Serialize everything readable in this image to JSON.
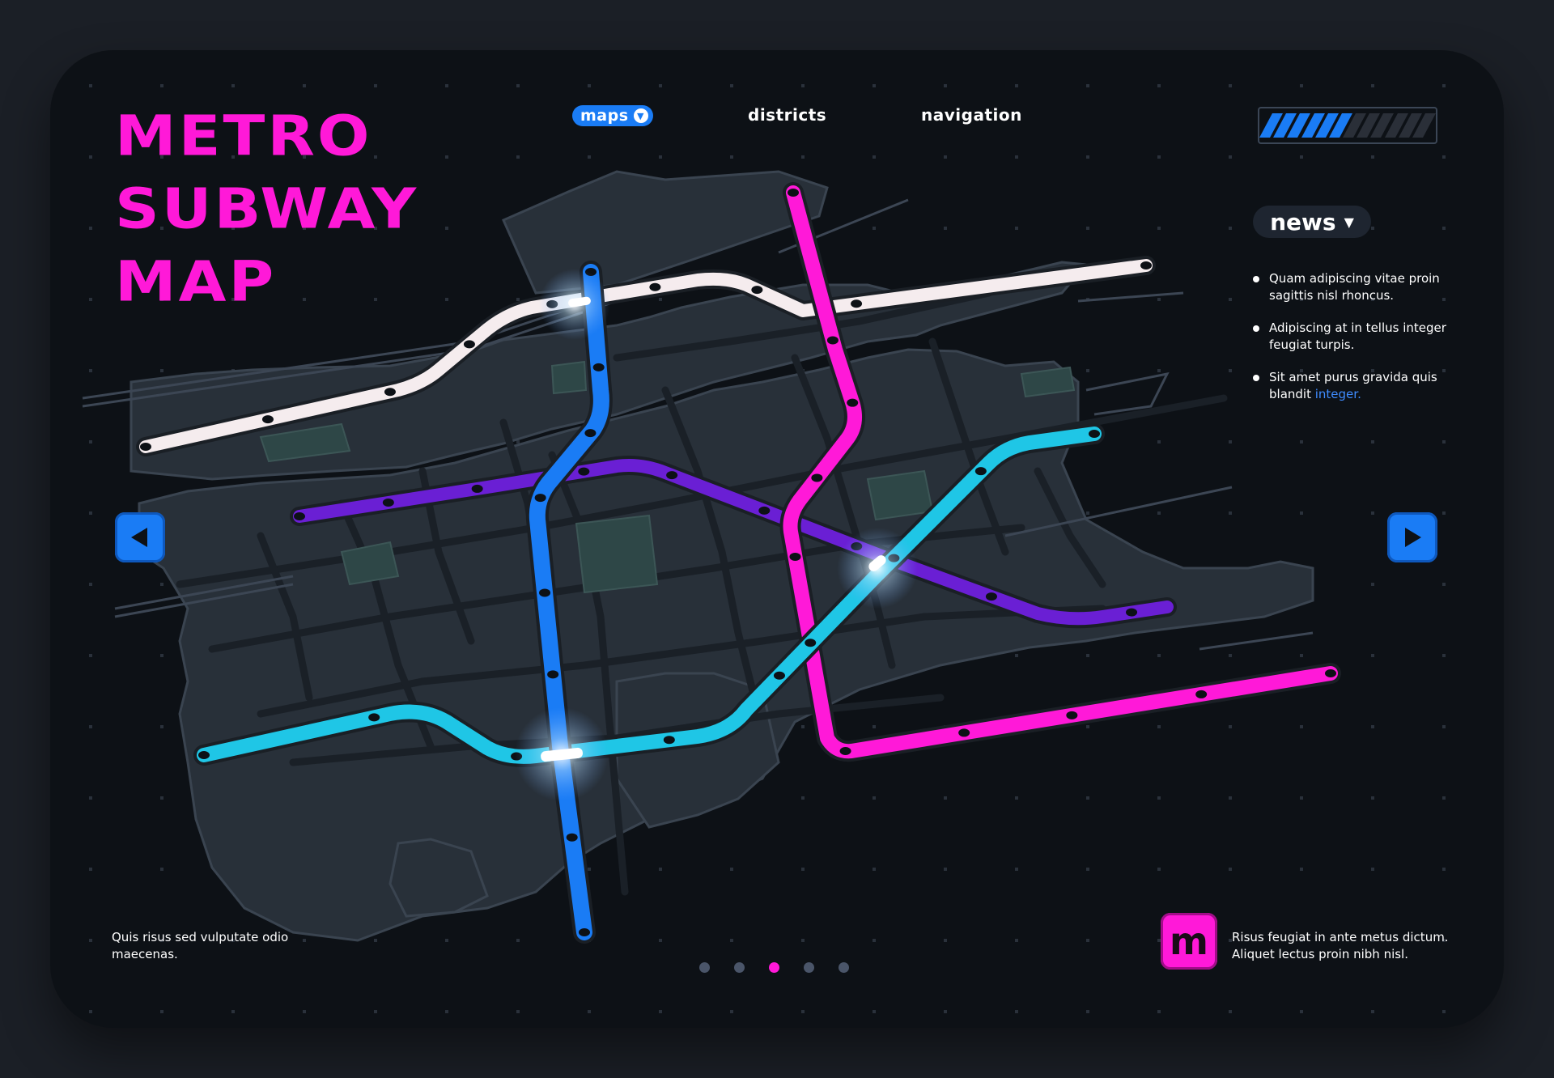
{
  "title": [
    "METRO",
    "SUBWAY",
    "MAP"
  ],
  "nav": [
    {
      "label": "maps",
      "active": true
    },
    {
      "label": "districts",
      "active": false
    },
    {
      "label": "navigation",
      "active": false
    }
  ],
  "progress": {
    "filled_segments": 6,
    "total_segments": 12,
    "color": "#1a7cf5"
  },
  "news": {
    "label": "news",
    "items": [
      "Quam adipiscing vitae proin sagittis nisl rhoncus.",
      "Adipiscing at in tellus integer feugiat turpis.",
      "Sit amet purus gravida quis blandit"
    ],
    "link": "integer."
  },
  "footer_left": "Quis risus sed vulputate odio maecenas.",
  "footer_right": "Risus feugiat in ante metus dictum. Aliquet lectus proin nibh nisl.",
  "logo_letter": "m",
  "pager": {
    "count": 5,
    "active_index": 2
  },
  "icons": {
    "left": "left-arrow-icon",
    "right": "right-arrow-icon"
  },
  "colors": {
    "magenta": "#ff19d8",
    "blue": "#1a7cf5",
    "cyan": "#1fc6e6",
    "purple": "#6a1fd4",
    "white_line": "#f5ecee",
    "block": "#283039",
    "park": "#2f4a4a"
  }
}
